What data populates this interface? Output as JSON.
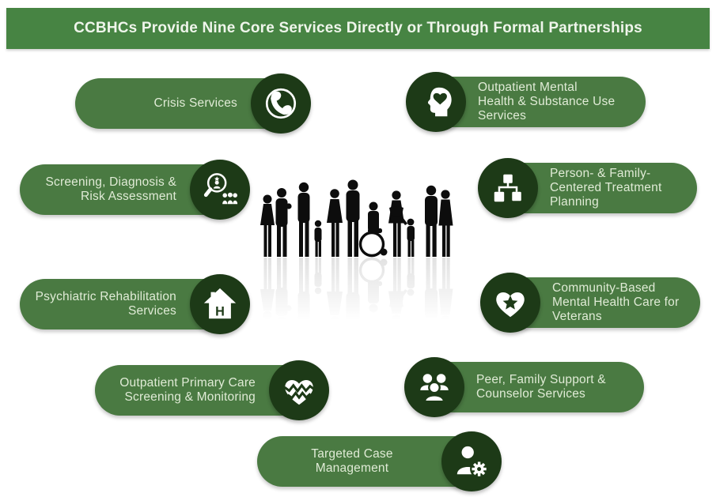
{
  "title": "CCBHCs Provide Nine Core Services Directly or Through Formal Partnerships",
  "colors": {
    "header_green": "#478443",
    "pill_green": "#4A7A42",
    "badge_dark_green": "#1D3A17",
    "label_text": "#E0EBD6",
    "silhouette": "#0d0d0d"
  },
  "center_image": {
    "description": "Black silhouettes of a diverse group of adults and children, including a person using a wheelchair, with a faded floor reflection"
  },
  "services": [
    {
      "label": "Crisis Services",
      "icon": "telephone-handset-icon"
    },
    {
      "label": "Outpatient Mental\nHealth & Substance Use\nServices",
      "icon": "head-with-heart-icon"
    },
    {
      "label": "Screening, Diagnosis &\nRisk Assessment",
      "icon": "magnifier-person-icon"
    },
    {
      "label": "Person- & Family-\nCentered Treatment\nPlanning",
      "icon": "org-chart-icon"
    },
    {
      "label": "Psychiatric Rehabilitation\nServices",
      "icon": "house-h-icon"
    },
    {
      "label": "Community-Based\nMental Health Care for\nVeterans",
      "icon": "heart-star-icon"
    },
    {
      "label": "Outpatient Primary Care\nScreening & Monitoring",
      "icon": "heart-pulse-icon"
    },
    {
      "label": "Peer, Family Support &\nCounselor Services",
      "icon": "people-group-icon"
    },
    {
      "label": "Targeted Case\nManagement",
      "icon": "person-gear-icon"
    }
  ]
}
